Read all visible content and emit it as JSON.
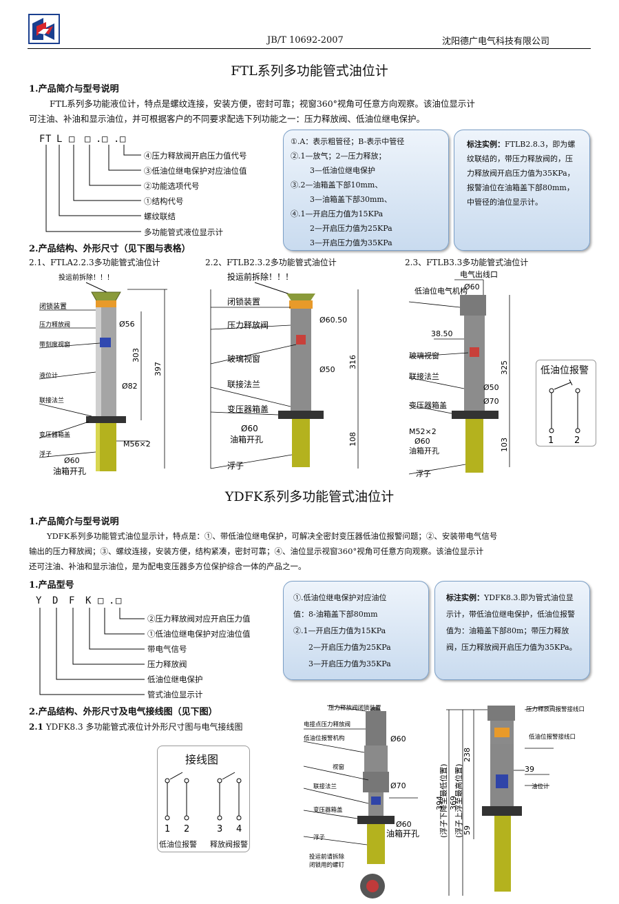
{
  "header": {
    "standard": "JB/T 10692-2007",
    "company": "沈阳德广电气科技有限公司"
  },
  "ftl": {
    "title": "FTL系列多功能管式油位计",
    "section1": "1.产品简介与型号说明",
    "intro_line1": "FTL系列多功能液位计，特点是螺纹连接，安装方便，密封可靠；视窗360°视角可任意方向观察。该油位显示计",
    "intro_line2": "可注油、补油和显示油位，并可根据客户的不同要求配选下列功能之一：压力释放阀、低油位继电保护。",
    "code": [
      "F",
      "T",
      "L",
      "□",
      "□",
      ".",
      "□",
      ".",
      "□"
    ],
    "legend": [
      "④压力释放阀开启压力值代号",
      "③低油位继电保护对应油位值",
      "②功能选项代号",
      "①结构代号",
      "螺纹联结",
      "多功能管式液位显示计"
    ],
    "note_box": [
      "①.A：表示粗管径；B-表示中管径",
      "②.1—放气；2—压力释放；",
      "3—低油位继电保护",
      "③.2—油箱盖下部10mm、",
      "3—油箱盖下部30mm、",
      "④.1—开启压力值为15KPa",
      "2—开启压力值为25KPa",
      "3—开启压力值为35KPa"
    ],
    "example_label": "标注实例：",
    "example_text": "FTLB2.8.3，即为螺纹联结的，带压力释放阀的，压力释放阀开启压力值为35KPa，报警油位在油箱盖下部80mm，中管径的油位显示计。",
    "section2": "2.产品结构、外形尺寸（见下图与表格）",
    "sub1": "2.1、FTLA2.2.3多功能管式油位计",
    "sub2": "2.2、FTLB2.3.2多功能管式油位计",
    "sub3": "2.3、FTLB3.3多功能管式油位计",
    "d1": {
      "warn": "投运前拆除！！！",
      "labels": [
        "闭锁装置",
        "压力释放阀",
        "带刻度视窗",
        "液位计",
        "联接法兰",
        "变压器箱盖",
        "浮子"
      ],
      "d56": "Ø56",
      "d82": "Ø82",
      "h303": "303",
      "h397": "397",
      "m56": "M56×2",
      "d60": "Ø60",
      "hole": "油箱开孔"
    },
    "d2": {
      "warn": "投运前拆除！！！",
      "labels": [
        "闭锁装置",
        "压力释放阀",
        "玻璃视窗",
        "联接法兰",
        "变压器箱盖",
        "浮子"
      ],
      "d6050": "Ø60.50",
      "d50": "Ø50",
      "h316": "316",
      "h108": "108",
      "d60": "Ø60",
      "hole": "油箱开孔"
    },
    "d3": {
      "top": "电气出线口",
      "d60top": "Ø60",
      "labels": [
        "低油位电气机构",
        "玻璃视窗",
        "联接法兰",
        "变压器箱盖",
        "浮子"
      ],
      "l3850": "38.50",
      "h325": "325",
      "d50": "Ø50",
      "d70": "Ø70",
      "m52": "M52×2",
      "d60": "Ø60",
      "hole": "油箱开孔",
      "h103": "103"
    },
    "alarm": {
      "title": "低油位报警",
      "t1": "1",
      "t2": "2"
    }
  },
  "ydfk": {
    "title": "YDFK系列多功能管式油位计",
    "section1": "1.产品简介与型号说明",
    "intro_line1": "YDFK系列多功能管式油位显示计，特点是：①、带低油位继电保护，可解决全密封变压器低油位报警问题；②、安装带电气信号",
    "intro_line2": "输出的压力释放阀；③、螺纹连接，安装方便，结构紧凑，密封可靠；④、油位显示视窗360°视角可任意方向观察。该油位显示计",
    "intro_line3": "还可注油、补油和显示油位，是为配电变压器多方位保护综合一体的产品之一。",
    "section_model": "1.产品型号",
    "code": [
      "Y",
      "D",
      "F",
      "K",
      "□",
      ".",
      "□"
    ],
    "legend": [
      "②压力释放阀对应开启压力值",
      "①低油位继电保护对应油位值",
      "带电气信号",
      "压力释放阀",
      "低油位继电保护",
      "管式油位显示计"
    ],
    "note_box": [
      "①.低油位继电保护对应油位",
      "值：8-油箱盖下部80mm",
      "②.1—开启压力值为15KPa",
      "2—开启压力值为25KPa",
      "3—开启压力值为35KPa"
    ],
    "example_label": "标注实例：",
    "example_text": "YDFK8.3.即为管式油位显示计，带低油位继电保护，低油位报警值为：油箱盖下部80m；带压力释放阀，压力释放阀开启压力值为35KPa。",
    "section2": "2.产品结构、外形尺寸及电气接线图（见下图）",
    "sub1_num": "2.1",
    "sub1": "YDFK8.3 多功能管式液位计外形尺寸图与电气接线图",
    "wiring": {
      "title": "接线图",
      "t1": "1",
      "t2": "2",
      "t3": "3",
      "t4": "4",
      "left": "低油位报警",
      "right": "释放阀报警"
    },
    "d4": {
      "labels": [
        "压力释放阀闭锁装置",
        "电接点压力释放阀",
        "低油位报警机构",
        "视窗",
        "联接法兰",
        "变压器箱盖",
        "浮子"
      ],
      "d60": "Ø60",
      "d70": "Ø70",
      "d60b": "Ø60",
      "hole": "油箱开孔",
      "warn1": "投运前请拆除",
      "warn2": "闭锁用的螺钉"
    },
    "d5": {
      "labels": [
        "压力释放阀报警接线口",
        "低油位报警接线口",
        "油位计"
      ],
      "h394": "394",
      "h394n": "(浮子下降至最低位置)",
      "h369": "369",
      "h369n": "(浮子上浮至最高位置)",
      "h238": "238",
      "h39": "39",
      "h59": "59"
    }
  },
  "colors": {
    "logo_red": "#d8262c",
    "logo_blue": "#1a3f8f",
    "box_border": "#7a9ec6",
    "float": "#b4b21e",
    "body": "#9a9a9a"
  }
}
